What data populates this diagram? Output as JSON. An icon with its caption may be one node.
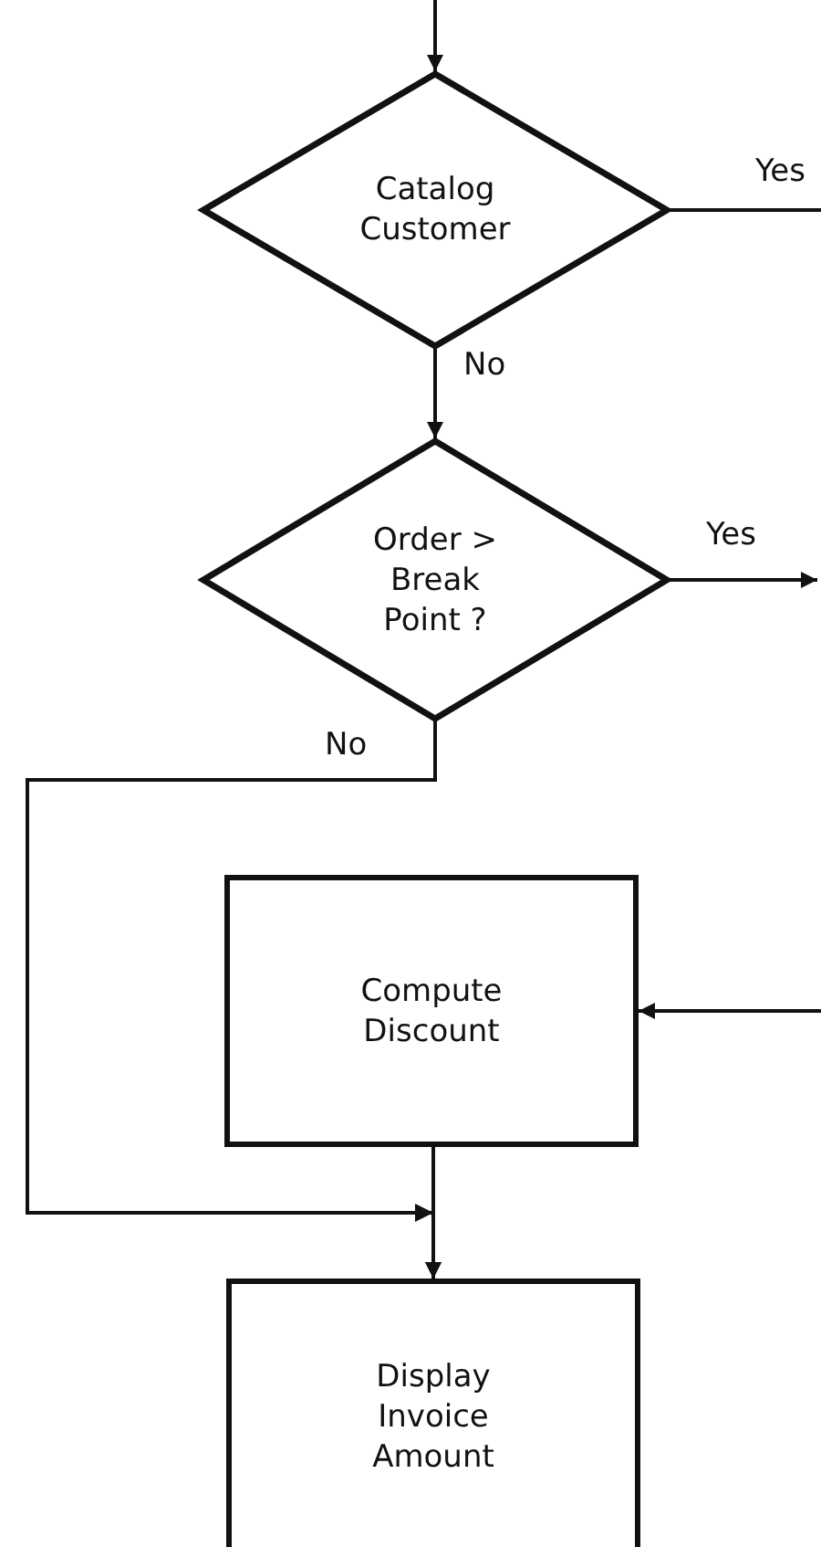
{
  "diagram": {
    "nodes": [
      {
        "text": [
          "Catalog Customer"
        ]
      },
      {
        "text": [
          "Order > Break Point ?"
        ]
      },
      {
        "text": [
          "Compute Discount"
        ]
      },
      {
        "text": [
          "Display Invoice Amount"
        ]
      }
    ],
    "edges": [
      {
        "from": null,
        "to": 0,
        "arrow": "to"
      },
      {
        "from": 0,
        "to": 1,
        "label": "No",
        "arrow": "to"
      },
      {
        "from": 0,
        "to": null,
        "label": "Yes",
        "arrow": "none"
      },
      {
        "from": 1,
        "to": null,
        "label": "Yes",
        "arrow": "to"
      },
      {
        "from": 1,
        "to": 3,
        "label": "No",
        "arrow": "to"
      },
      {
        "from": null,
        "to": 2,
        "arrow": "to"
      },
      {
        "from": 2,
        "to": 3,
        "arrow": "to"
      }
    ]
  }
}
